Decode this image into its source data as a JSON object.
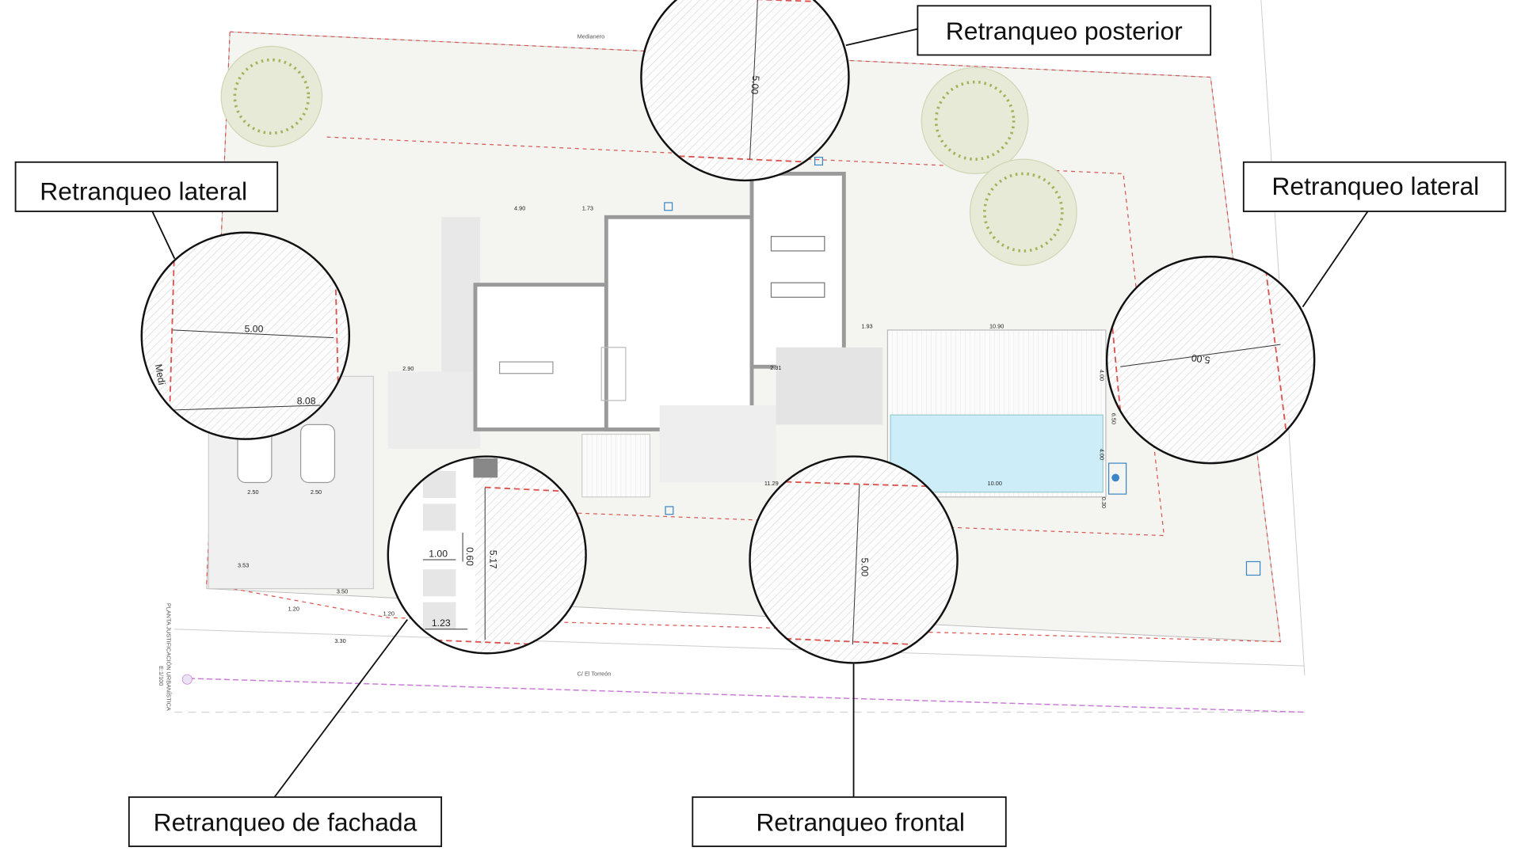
{
  "callouts": {
    "posterior": "Retranqueo posterior",
    "lateral_left": "Retranqueo lateral",
    "lateral_right": "Retranqueo lateral",
    "fachada": "Retranqueo de fachada",
    "frontal": "Retranqueo frontal"
  },
  "plan": {
    "top_boundary_label": "Medianero",
    "street_label": "C/ El Torreón",
    "side_label": "PLANTA JUSTIFICACIÓN URBANÍSTICA",
    "scale": "E:1/100",
    "dims": {
      "d490": "4.90",
      "d173": "1.73",
      "d193": "1.93",
      "d1090": "10.90",
      "d1000": "10.00",
      "d231": "2.31",
      "d290": "2.90",
      "d250a": "2.50",
      "d250b": "2.50",
      "d353": "3.53",
      "d350": "3.50",
      "d120a": "1.20",
      "d120b": "1.20",
      "d330": "3.30",
      "d1129": "11.29",
      "d400a": "4.00",
      "d650": "6.50",
      "d400b": "4.00",
      "d030": "0.30"
    }
  },
  "details": {
    "posterior_setback": "5.00",
    "left_setback": "5.00",
    "left_extra": "8.08",
    "left_partial_label": "Medi",
    "right_setback": "5.00",
    "fachada_a": "1.00",
    "fachada_b": "0.60",
    "fachada_c": "5.17",
    "fachada_d": "1.23",
    "frontal_setback": "5.00"
  },
  "colors": {
    "setback_line": "#d9534f",
    "pool": "#cdeef8",
    "ground": "#f4f5f0",
    "wall": "#9a9a9a",
    "tree": "#a4b25a",
    "service_line": "#c77ad6"
  }
}
